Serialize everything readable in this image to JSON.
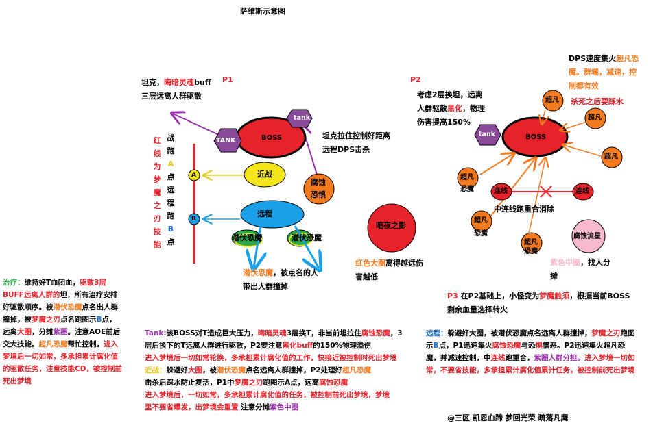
{
  "title": "萨维斯示意图",
  "p1": {
    "label": "P1",
    "tank_note_a": "坦克，",
    "tank_note_b": "晦暗灵魂",
    "tank_note_c": "buff",
    "tank_note_line2": "三层远离人群驱散",
    "boss": "BOSS",
    "tank_left": "TANK",
    "tank_right": "tank",
    "tank_pull_1": "坦克拉住控制好距离",
    "tank_pull_2": "远程DPS击杀",
    "vertical_red": "红线为梦魔之刃技能",
    "vertical_route_1": "战跑",
    "vertical_route_a": "A",
    "vertical_route_2": "点远程跑",
    "vertical_route_b": "B",
    "vertical_route_3": "点",
    "marker_a": "A",
    "marker_b": "B",
    "melee": "近战",
    "ranged": "远程",
    "rot_1": "腐蚀",
    "rot_2": "恐惧",
    "lurk_1": "潜伏恐魔",
    "lurk_2": "潜伏恐魔",
    "lurk_note_1": "潜伏恐魔",
    "lurk_note_2": "，被点名的人",
    "lurk_note_3": "带出人群撞掉",
    "shadow": "暗夜之影",
    "shadow_note_1": "红色大圈",
    "shadow_note_2": "离得越远伤",
    "shadow_note_3": "害越低"
  },
  "p2": {
    "label": "P2",
    "note_1": "考虑2层换坦，远离",
    "note_2a": "人群驱散",
    "note_2b": "黑化",
    "note_2c": "，物理",
    "note_3": "伤害提高150%",
    "dps_1a": "DPS速度集火",
    "dps_1b": "超凡恐",
    "dps_2": "魔。群嘲，减速，控",
    "dps_3": "制都有效",
    "dps_4": "杀死之后要踩水",
    "boss": "BOSS",
    "tank": "tank",
    "chao": "超凡",
    "fear": "恐魔",
    "link": "连线",
    "link_note": "中连线跑重合消除",
    "rot_flow": "腐蚀流星",
    "purple_1a": "紫色中圈",
    "purple_1b": "，找人分",
    "purple_2": "摊"
  },
  "p3": {
    "label": "P3",
    "text_a": "在P2基础上，小怪变为",
    "text_b": "梦魔触须",
    "text_c": "，根据当前BOSS",
    "text_2": "剩余血量选择转火"
  },
  "healer": {
    "lines": [
      [
        {
          "t": "治疗：",
          "c": "green"
        },
        {
          "t": "维持好T血团血，",
          "c": ""
        },
        {
          "t": "驱散3层",
          "c": "red"
        }
      ],
      [
        {
          "t": "BUFF远离人群的",
          "c": "red"
        },
        {
          "t": "坦，所有治疗安排",
          "c": ""
        }
      ],
      [
        {
          "t": "好驱散顺序。被",
          "c": ""
        },
        {
          "t": "潜伏恐魔",
          "c": "orange"
        },
        {
          "t": "点名出人群",
          "c": ""
        }
      ],
      [
        {
          "t": "撞掉，被",
          "c": ""
        },
        {
          "t": "梦魔之刃",
          "c": "red"
        },
        {
          "t": "点名跑图示",
          "c": ""
        },
        {
          "t": "B",
          "c": "blue"
        },
        {
          "t": "点，",
          "c": ""
        }
      ],
      [
        {
          "t": "远离",
          "c": ""
        },
        {
          "t": "大圈",
          "c": "red"
        },
        {
          "t": "，分摊",
          "c": ""
        },
        {
          "t": "紫圈",
          "c": "purple"
        },
        {
          "t": "。注意AOE前后",
          "c": ""
        }
      ],
      [
        {
          "t": "交大技能。",
          "c": ""
        },
        {
          "t": "超凡恐魔",
          "c": "orange"
        },
        {
          "t": "帮忙控制。",
          "c": ""
        },
        {
          "t": "进入",
          "c": "red"
        }
      ],
      [
        {
          "t": "梦境后一切如常，多承担累计腐化值",
          "c": "red"
        }
      ],
      [
        {
          "t": "的驱散任务，注意技能CD，被控制前",
          "c": "red"
        }
      ],
      [
        {
          "t": "死出梦境",
          "c": "red"
        }
      ]
    ]
  },
  "tank_block": {
    "lines": [
      [
        {
          "t": "Tank:",
          "c": "purple"
        },
        {
          "t": "该BOSS对T造成巨大压力，",
          "c": ""
        },
        {
          "t": "晦暗灵魂",
          "c": "red"
        },
        {
          "t": "3层换T，非当前坦拉住",
          "c": ""
        },
        {
          "t": "腐蚀恐魔",
          "c": "red"
        },
        {
          "t": "，3",
          "c": ""
        }
      ],
      [
        {
          "t": "层后换下的T远离人群进行驱散，P2要注意",
          "c": ""
        },
        {
          "t": "黑化buff",
          "c": "red"
        },
        {
          "t": "的150%物理溢伤",
          "c": ""
        }
      ],
      [
        {
          "t": "进入梦境后一切如常轮换，多承担累计腐化值的工作，快接近被控制时死出梦境",
          "c": "red"
        }
      ],
      [
        {
          "t": "近战：",
          "c": "yellow"
        },
        {
          "t": "躲避好",
          "c": ""
        },
        {
          "t": "大圈",
          "c": "red"
        },
        {
          "t": "，",
          "c": ""
        },
        {
          "t": "被",
          "c": ""
        },
        {
          "t": "潜伏恐魔",
          "c": "orange"
        },
        {
          "t": "点名远离人群撞掉，P2处理好",
          "c": ""
        },
        {
          "t": "超凡恐魔",
          "c": "orange"
        }
      ],
      [
        {
          "t": "击杀后踩水防止复活，P1中",
          "c": ""
        },
        {
          "t": "梦魔之刃",
          "c": "red"
        },
        {
          "t": "跑图示A点，远离",
          "c": ""
        },
        {
          "t": "腐蚀恐魔",
          "c": "red"
        }
      ],
      [
        {
          "t": "进入梦境后，一切如常，多承担累计腐化值的任务，被控制前死出梦境，梦境",
          "c": "red"
        }
      ],
      [
        {
          "t": "里不要省爆发，出梦境会重置",
          "c": "red"
        },
        {
          "t": " 注意分摊",
          "c": ""
        },
        {
          "t": "紫色中圈",
          "c": "purple"
        }
      ]
    ]
  },
  "ranged_block": {
    "lines": [
      [
        {
          "t": "远程：",
          "c": "blue"
        },
        {
          "t": "躲避好大圈，被潜伏恐魔点名远离人群撞掉，",
          "c": ""
        },
        {
          "t": "梦魔之刃",
          "c": "red"
        },
        {
          "t": "跑图",
          "c": ""
        }
      ],
      [
        {
          "t": "示",
          "c": ""
        },
        {
          "t": "B",
          "c": "blue"
        },
        {
          "t": "点，P1迅速集火",
          "c": ""
        },
        {
          "t": "腐蚀恐魔",
          "c": "red"
        },
        {
          "t": "与恐",
          "c": ""
        },
        {
          "t": "惧",
          "c": "red"
        },
        {
          "t": "憎恶。P2迅速集火超凡恐",
          "c": ""
        }
      ],
      [
        {
          "t": "魔，并减速控制，中",
          "c": ""
        },
        {
          "t": "连线",
          "c": "red"
        },
        {
          "t": "跑重合，",
          "c": ""
        },
        {
          "t": "紫圈人群分担。",
          "c": "purple"
        },
        {
          "t": "进入梦境一切如",
          "c": "red"
        }
      ],
      [
        {
          "t": "常，不要省技能，多承担累计腐化值累计任务，被控制前死出梦境",
          "c": "red"
        }
      ]
    ]
  },
  "signature": "@三区 凯恩血蹄 梦回光荣 疏落凡鹰",
  "colors": {
    "red": "#e8222a",
    "orange": "#f47a20",
    "purple": "#9b2fae",
    "boss_fill": "#e8222a",
    "melee_fill": "#f5e61a",
    "ranged_fill": "#1aa0e8",
    "rot_fill": "#f47a20",
    "pink_fill": "#f8b8d0",
    "hexagon_fill": "#8a4a9a"
  }
}
